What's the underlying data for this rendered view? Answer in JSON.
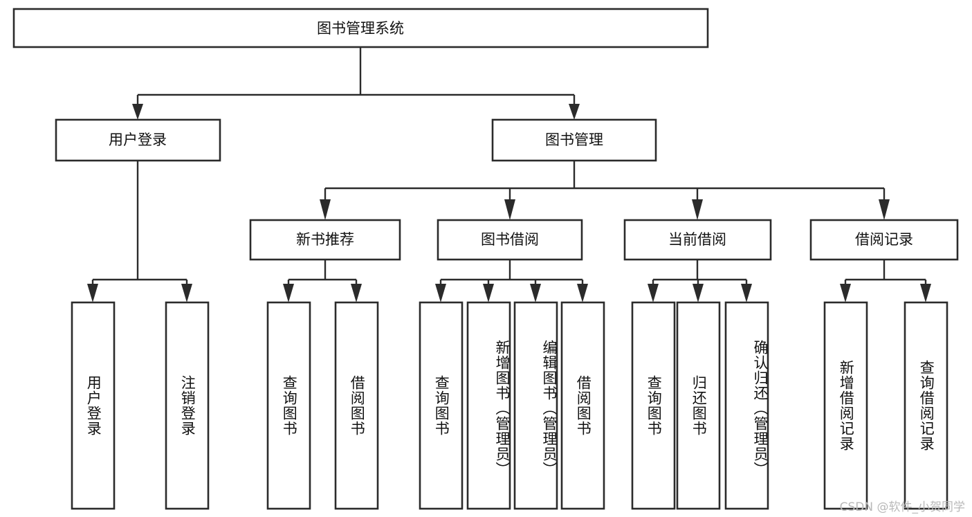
{
  "diagram": {
    "title": "图书管理系统",
    "type": "tree",
    "root": {
      "id": "root",
      "label": "图书管理系统",
      "level": 0
    },
    "level2": [
      {
        "id": "user-login",
        "label": "用户登录"
      },
      {
        "id": "book-manage",
        "label": "图书管理"
      }
    ],
    "level3": [
      {
        "id": "new-book-recommend",
        "label": "新书推荐",
        "parent": "book-manage"
      },
      {
        "id": "book-borrow",
        "label": "图书借阅",
        "parent": "book-manage"
      },
      {
        "id": "current-borrow",
        "label": "当前借阅",
        "parent": "book-manage"
      },
      {
        "id": "borrow-record",
        "label": "借阅记录",
        "parent": "book-manage"
      }
    ],
    "leaves": {
      "user-login": [
        {
          "id": "leaf-user-login",
          "label": "用户登录"
        },
        {
          "id": "leaf-logout",
          "label": "注销登录"
        }
      ],
      "new-book-recommend": [
        {
          "id": "leaf-query-book-1",
          "label": "查询图书"
        },
        {
          "id": "leaf-borrow-book-1",
          "label": "借阅图书"
        }
      ],
      "book-borrow": [
        {
          "id": "leaf-query-book-2",
          "label": "查询图书"
        },
        {
          "id": "leaf-add-book",
          "label": "新增图书（管理员）"
        },
        {
          "id": "leaf-edit-book",
          "label": "编辑图书（管理员）"
        },
        {
          "id": "leaf-borrow-book-2",
          "label": "借阅图书"
        }
      ],
      "current-borrow": [
        {
          "id": "leaf-query-book-3",
          "label": "查询图书"
        },
        {
          "id": "leaf-return-book",
          "label": "归还图书"
        },
        {
          "id": "leaf-confirm-return",
          "label": "确认归还（管理员）"
        }
      ],
      "borrow-record": [
        {
          "id": "leaf-add-record",
          "label": "新增借阅记录"
        },
        {
          "id": "leaf-query-record",
          "label": "查询借阅记录"
        }
      ]
    }
  },
  "watermark": {
    "text": "CSDN @软件_小贺同学"
  },
  "colors": {
    "stroke": "#2b2b2b",
    "fill": "#ffffff",
    "text": "#111111",
    "watermark": "#b9b9b9"
  }
}
